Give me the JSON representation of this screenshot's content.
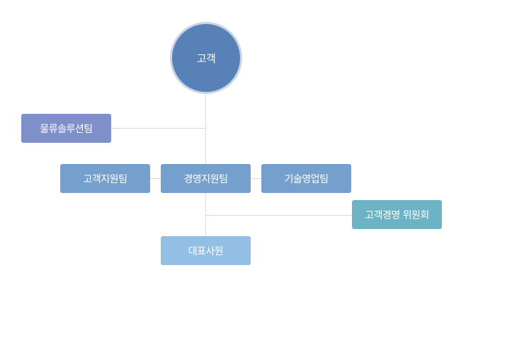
{
  "org_chart": {
    "root": {
      "label": "고객"
    },
    "nodes": {
      "logistics": {
        "label": "물류솔루션팀"
      },
      "support": {
        "label": "고객지원팀"
      },
      "management": {
        "label": "경영지원팀"
      },
      "tech_sales": {
        "label": "기술영업팀"
      },
      "committee": {
        "label": "고객경영 위원회"
      },
      "representative": {
        "label": "대표사원"
      }
    }
  },
  "colors": {
    "root": "#5882b7",
    "root_border": "#c9d4e6",
    "logistics": "#7f8fc9",
    "team": "#75a0cd",
    "committee": "#6cb3c6",
    "representative": "#92bfe3",
    "connector": "#d9d9d9"
  }
}
